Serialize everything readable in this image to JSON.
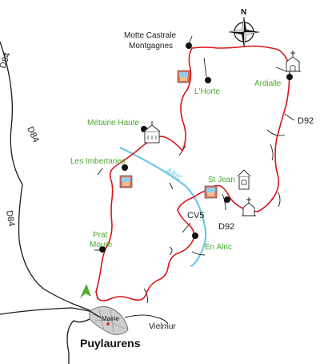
{
  "compass": {
    "north_label": "N"
  },
  "town": {
    "name": "Puylaurens",
    "mairie_label": "Mairie"
  },
  "river": {
    "name": "Alric"
  },
  "roads": {
    "d84_a": "D84",
    "d84_b": "D84",
    "d84_c": "D84",
    "d92_a": "D92",
    "d92_b": "D92",
    "cv5": "CV5"
  },
  "places_black": {
    "motte_castrale": "Motte Castrale",
    "montgagnes": "Montgagnes",
    "vielmur": "Vielmur"
  },
  "places_green": {
    "lhorte": "L'Horte",
    "ardialle": "Ardialle",
    "metairie_haute": "Métairie Haute",
    "les_imbertaries": "Les Imbertaries",
    "st_jean": "St Jean",
    "prat": "Prat",
    "moure": "Moure",
    "en_alric": "En Alric"
  },
  "colors": {
    "route": "#d8141a",
    "river": "#6ec6e8",
    "road": "#1a1a1a",
    "label_green": "#4caa2e",
    "start_arrow": "#4caa2e",
    "town_area": "#cfcfcf"
  }
}
